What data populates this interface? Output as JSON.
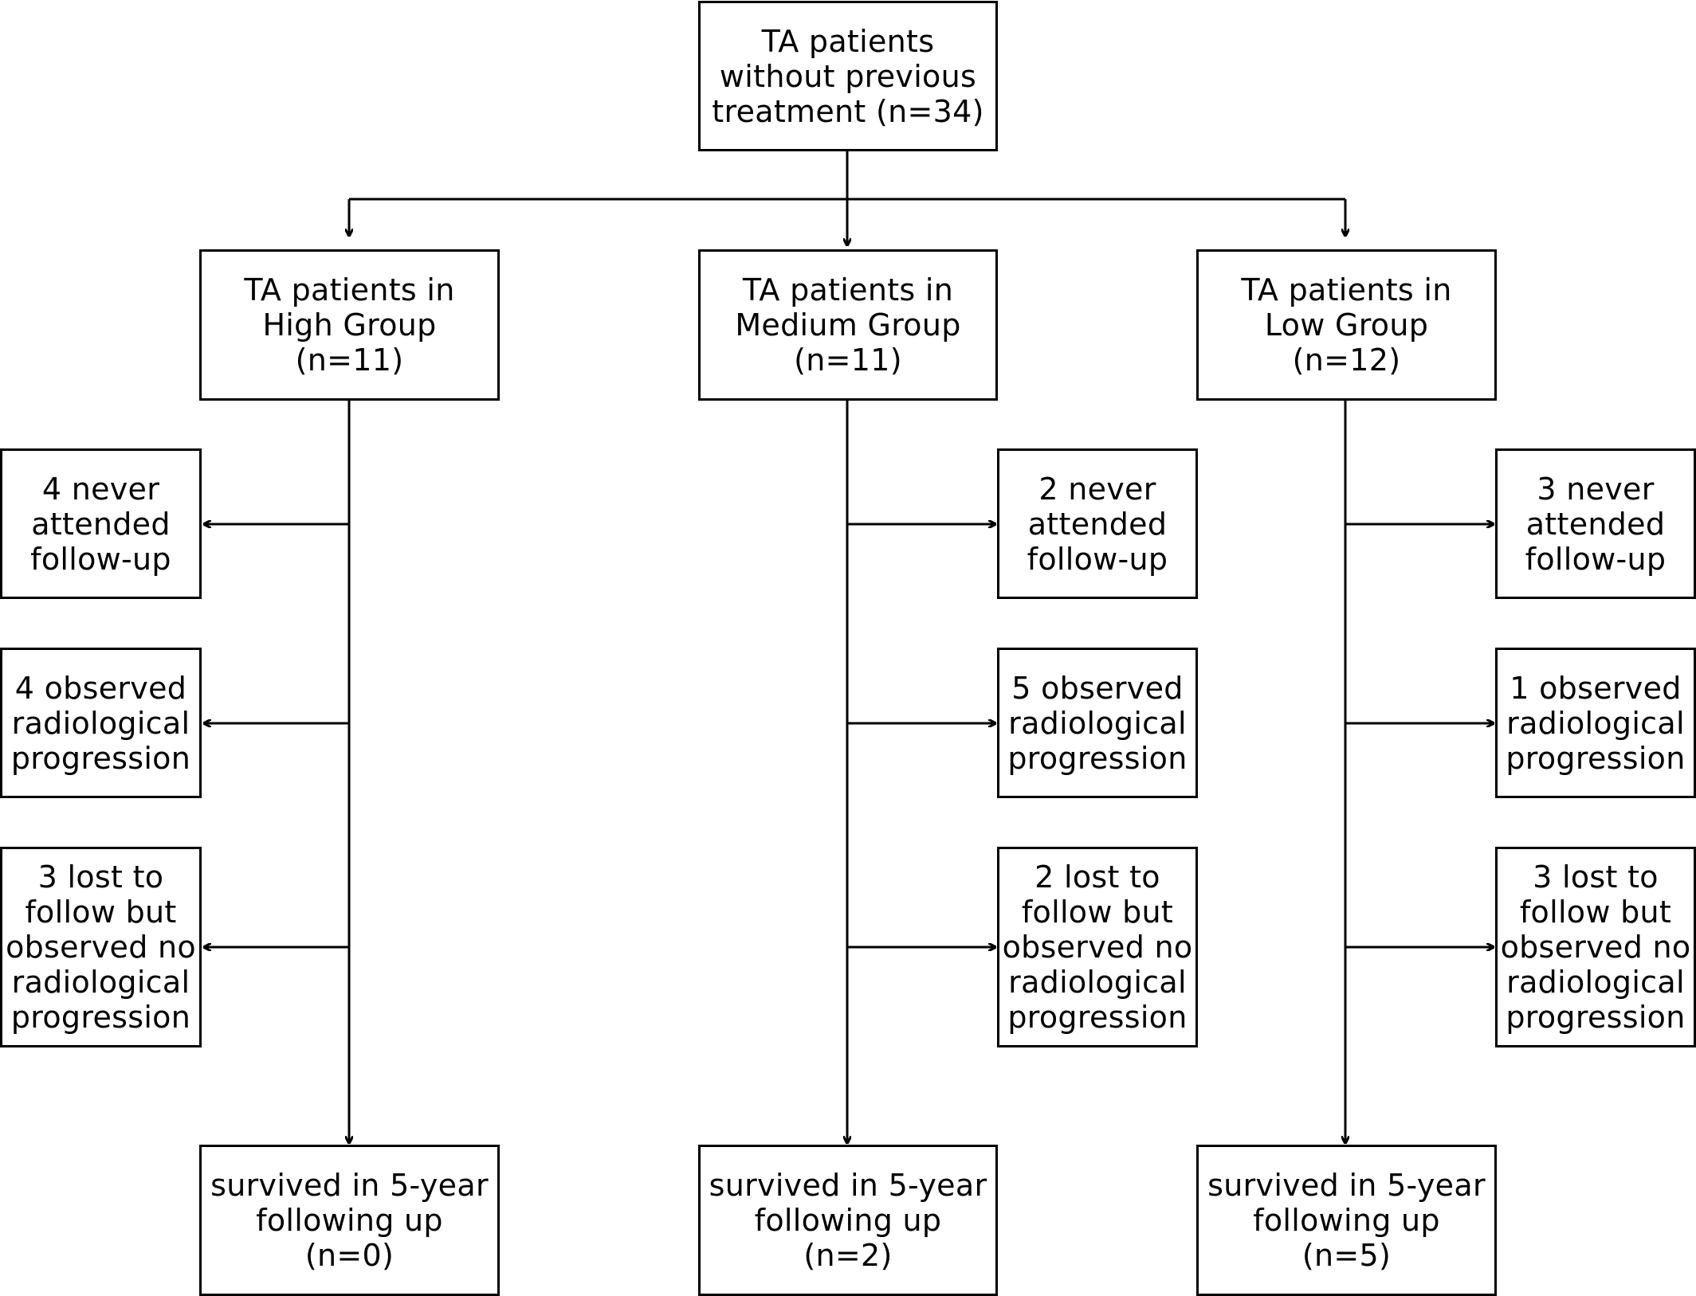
{
  "diagram": {
    "colors": {
      "stroke": "#000000",
      "box_fill": "#ffffff",
      "text": "#000000"
    },
    "root": {
      "lines": [
        "TA patients",
        "without previous",
        "treatment (n=34)"
      ]
    },
    "groups": [
      {
        "header": [
          "TA patients in",
          "High Group",
          "(n=11)"
        ],
        "side": [
          [
            "4 never",
            "attended",
            "follow-up"
          ],
          [
            "4 observed",
            "radiological",
            "progression"
          ],
          [
            "3 lost to",
            "follow but",
            "observed no",
            "radiological",
            "progression"
          ]
        ],
        "outcome": [
          "survived in 5-year",
          "following up",
          "(n=0)"
        ]
      },
      {
        "header": [
          "TA patients in",
          "Medium Group",
          "(n=11)"
        ],
        "side": [
          [
            "2 never",
            "attended",
            "follow-up"
          ],
          [
            "5 observed",
            "radiological",
            "progression"
          ],
          [
            "2 lost to",
            "follow but",
            "observed no",
            "radiological",
            "progression"
          ]
        ],
        "outcome": [
          "survived in 5-year",
          "following up",
          "(n=2)"
        ]
      },
      {
        "header": [
          "TA patients in",
          "Low Group",
          "(n=12)"
        ],
        "side": [
          [
            "3 never",
            "attended",
            "follow-up"
          ],
          [
            "1 observed",
            "radiological",
            "progression"
          ],
          [
            "3 lost to",
            "follow but",
            "observed no",
            "radiological",
            "progression"
          ]
        ],
        "outcome": [
          "survived in 5-year",
          "following up",
          "(n=5)"
        ]
      }
    ]
  }
}
